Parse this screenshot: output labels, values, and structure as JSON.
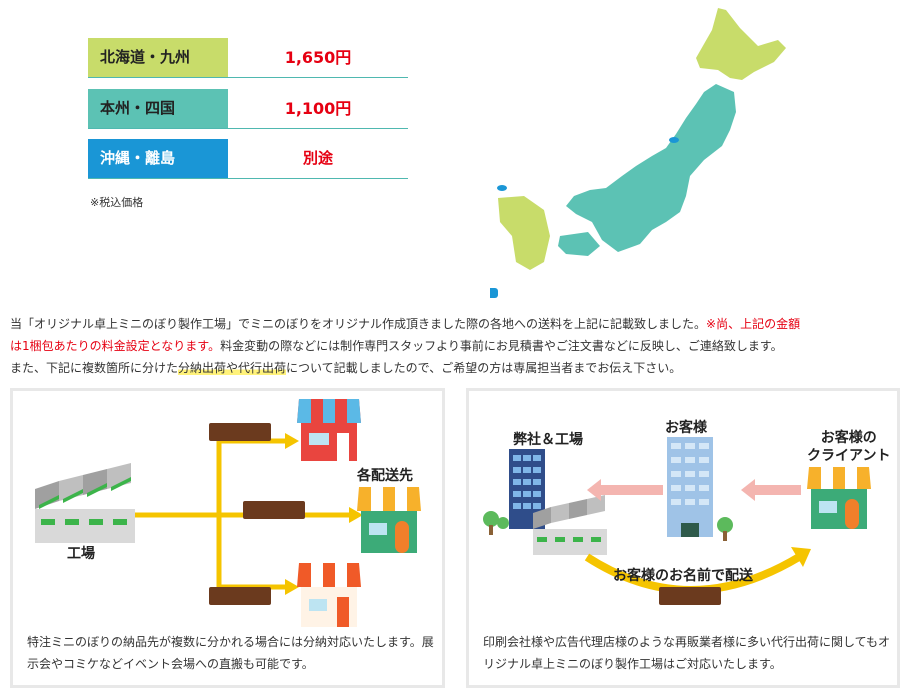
{
  "shipping": {
    "rows": [
      {
        "region": "北海道・九州",
        "price": "1,650円",
        "color": "#c8dc6a"
      },
      {
        "region": "本州・四国",
        "price": "1,100円",
        "color": "#5cc2b4"
      },
      {
        "region": "沖縄・離島",
        "price": "別途",
        "color": "#1a96d6"
      }
    ],
    "note": "※税込価格"
  },
  "description": {
    "line1_a": "当「オリジナル卓上ミニのぼり製作工場」でミニのぼりをオリジナル作成頂きました際の各地への送料を上記に記載致しました。",
    "line1_red": "※尚、上記の金額",
    "line2_red": "は1梱包あたりの料金設定となります。",
    "line2_b": "料金変動の際などには制作専門スタッフより事前にお見積書やご注文書などに反映し、ご連絡致します。",
    "line3_a": "また、下記に複数箇所に分けた",
    "line3_hl": "分納出荷や代行出荷",
    "line3_b": "について記載しましたので、ご希望の方は専属担当者までお伝え下さい。"
  },
  "panel_split": {
    "factory_label": "工場",
    "destinations_label": "各配送先",
    "caption": "特注ミニのぼりの納品先が複数に分かれる場合には分納対応いたします。展示会やコミケなどイベント会場への直搬も可能です。"
  },
  "panel_proxy": {
    "company_label": "弊社＆工場",
    "customer_label": "お客様",
    "client_label_1": "お客様の",
    "client_label_2": "クライアント",
    "ship_label": "お客様のお名前で配送",
    "caption": "印刷会社様や広告代理店様のような再販業者様に多い代行出荷に関してもオリジナル卓上ミニのぼり製作工場はご対応いたします。"
  },
  "colors": {
    "price_red": "#e60012",
    "arrow_yellow": "#f5c400",
    "arrow_pink": "#f4b5b0",
    "map_green": "#c8dc6a",
    "map_teal": "#5cc2b4",
    "map_blue": "#1a96d6"
  }
}
